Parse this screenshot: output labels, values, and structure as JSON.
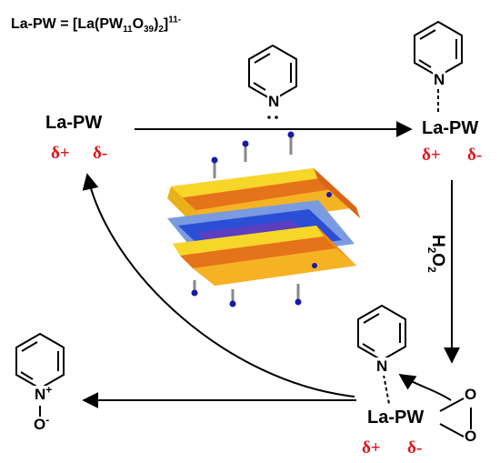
{
  "formula": {
    "prefix": "La-PW = [La(PW",
    "sub1": "11",
    "mid": "O",
    "sub2": "39",
    "close": ")",
    "sub3": "2",
    "bracket": "]",
    "charge": "11-"
  },
  "labels": {
    "lapw": "La-PW",
    "delta_plus": "δ+",
    "delta_minus": "δ-",
    "nitrogen": "N",
    "n_plus": "N",
    "plus_sign": "+",
    "o_minus": "O",
    "minus_sign": "-",
    "oxygen": "O",
    "peroxide_o1": "O",
    "peroxide_o2": "O"
  },
  "reagent": {
    "h": "H",
    "h_sub": "2",
    "o": "O",
    "o_sub": "2"
  },
  "colors": {
    "text": "#000000",
    "charge_red": "#e0141b",
    "crystal_yellow": "#f2d21b",
    "crystal_orange": "#f28a1c",
    "crystal_blue": "#2a4fd6"
  }
}
